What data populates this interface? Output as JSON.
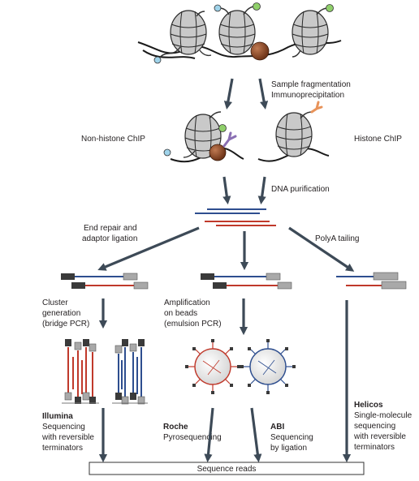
{
  "labels": {
    "step1": [
      "Sample fragmentation",
      "Immunoprecipitation"
    ],
    "non_histone_chip": "Non-histone ChIP",
    "histone_chip": "Histone ChIP",
    "dna_purification": "DNA purification",
    "end_repair": [
      "End repair and",
      "adaptor ligation"
    ],
    "polya": "PolyA tailing",
    "cluster": [
      "Cluster",
      "generation",
      "(bridge PCR)"
    ],
    "amplification": [
      "Amplification",
      "on beads",
      "(emulsion PCR)"
    ],
    "illumina": {
      "name": "Illumina",
      "lines": [
        "Sequencing",
        "with reversible",
        "terminators"
      ]
    },
    "roche": {
      "name": "Roche",
      "lines": [
        "Pyrosequencing"
      ]
    },
    "abi": {
      "name": "ABI",
      "lines": [
        "Sequencing",
        "by ligation"
      ]
    },
    "helicos": {
      "name": "Helicos",
      "lines": [
        "Single-molecule",
        "sequencing",
        "with reversible",
        "terminators"
      ]
    },
    "sequence_reads": "Sequence reads"
  },
  "colors": {
    "arrow": "#3d4a57",
    "histone": "#c9c9c9",
    "protein": "#8b4a2b",
    "antibody_purple": "#8a6fb3",
    "antibody_orange": "#e8935a",
    "mark_green": "#8fcf6a",
    "mark_blue": "#9fd3ea",
    "strand_blue": "#2e4e8f",
    "strand_red": "#c0392b",
    "adaptor_dark": "#3a3a3a",
    "adaptor_light": "#a9a9a9"
  }
}
